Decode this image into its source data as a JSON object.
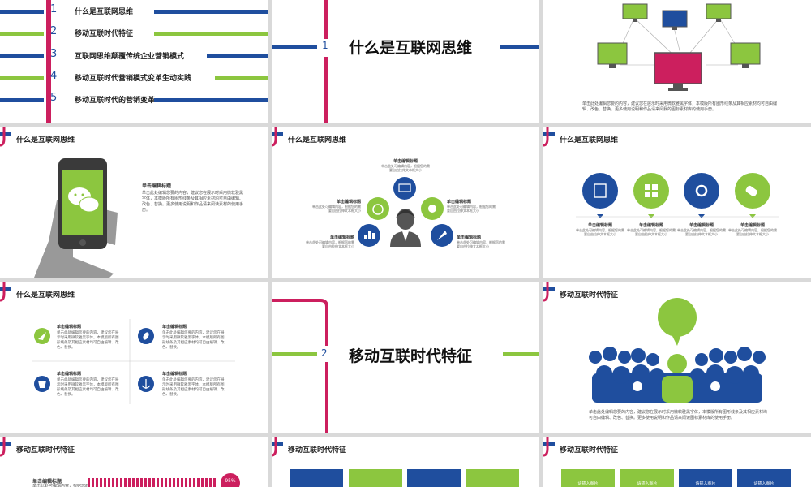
{
  "colors": {
    "blue": "#1f4e9e",
    "green": "#8cc63f",
    "pink": "#cc1f5e",
    "navy": "#1b3a6b"
  },
  "s1": {
    "items": [
      {
        "num": "1",
        "label": "什么是互联网思维"
      },
      {
        "num": "2",
        "label": "移动互联时代特征"
      },
      {
        "num": "3",
        "label": "互联网思维颠覆传统企业营销模式"
      },
      {
        "num": "4",
        "label": "移动互联时代营销模式变革生动实践"
      },
      {
        "num": "5",
        "label": "移动互联时代的营销变革"
      }
    ]
  },
  "s2": {
    "num": "1",
    "title": "什么是互联网思维"
  },
  "s3": {
    "caption": "单击此处编辑您要的内容，建议您在展示时采用微软雅黑字体，本模版所有图形线条及其相应素材均可自由编辑、改色、替换。更多使用说明和作品请来阅我的图标素材库的使用手册。"
  },
  "s4": {
    "header": "什么是互联网思维",
    "title": "单击编辑标题",
    "body": "单击此处编辑您要的内容，建议您在展示时采用微软雅黑字体，本模版所有图形线条及其相应素材均可自由编辑、改色、替换。更多使用说明和作品请来阅读素材的使用手册。"
  },
  "s5": {
    "header": "什么是互联网思维",
    "items": [
      {
        "title": "单击编辑标题",
        "body": "单击此处可编辑内容，根据您的需要自由拉伸文本框大小"
      },
      {
        "title": "单击编辑标题",
        "body": "单击此处可编辑内容，根据您的需要自由拉伸文本框大小"
      },
      {
        "title": "单击编辑标题",
        "body": "单击此处可编辑内容，根据您的需要自由拉伸文本框大小"
      },
      {
        "title": "单击编辑标题",
        "body": "单击此处可编辑内容，根据您的需要自由拉伸文本框大小"
      },
      {
        "title": "单击编辑标题",
        "body": "单击此处可编辑内容，根据您的需要自由拉伸文本框大小"
      }
    ]
  },
  "s6": {
    "header": "什么是互联网思维",
    "items": [
      {
        "title": "单击编辑标题",
        "body": "单击此处可编辑内容，根据您的需要自由拉伸文本框大小"
      },
      {
        "title": "单击编辑标题",
        "body": "单击此处可编辑内容，根据您的需要自由拉伸文本框大小"
      },
      {
        "title": "单击编辑标题",
        "body": "单击此处可编辑内容，根据您的需要自由拉伸文本框大小"
      },
      {
        "title": "单击编辑标题",
        "body": "单击此处可编辑内容，根据您的需要自由拉伸文本框大小"
      }
    ]
  },
  "s7": {
    "header": "什么是互联网思维",
    "items": [
      {
        "title": "单击编辑标题",
        "body": "单击此处编辑您要的内容，建议您在展示时采用微软雅黑字体，本模版所有图形线条及其相应素材均可自由编辑、改色、替换。"
      },
      {
        "title": "单击编辑标题",
        "body": "单击此处编辑您要的内容，建议您在展示时采用微软雅黑字体，本模版所有图形线条及其相应素材均可自由编辑、改色、替换。"
      },
      {
        "title": "单击编辑标题",
        "body": "单击此处编辑您要的内容，建议您在展示时采用微软雅黑字体，本模版所有图形线条及其相应素材均可自由编辑、改色、替换。"
      },
      {
        "title": "单击编辑标题",
        "body": "单击此处编辑您要的内容，建议您在展示时采用微软雅黑字体，本模版所有图形线条及其相应素材均可自由编辑、改色、替换。"
      }
    ]
  },
  "s8": {
    "num": "2",
    "title": "移动互联时代特征"
  },
  "s9": {
    "header": "移动互联时代特征",
    "caption": "单击此处编辑您要的内容，建议您在展示时采用微软雅黑字体，本模版所有图形线条及其相应素材均可自由编辑、改色、替换。更多使用说明和作品请来阅读图标素材库的使用手册。"
  },
  "s10": {
    "header": "移动互联时代特征",
    "title": "单击编辑标题",
    "body": "单击此处可编辑内容，根据您的需要",
    "pct": "95%"
  },
  "s11": {
    "header": "移动互联时代特征"
  },
  "s12": {
    "header": "移动互联时代特征",
    "labels": [
      "请插入图片",
      "请插入图片",
      "请插入图片",
      "请插入图片"
    ]
  }
}
